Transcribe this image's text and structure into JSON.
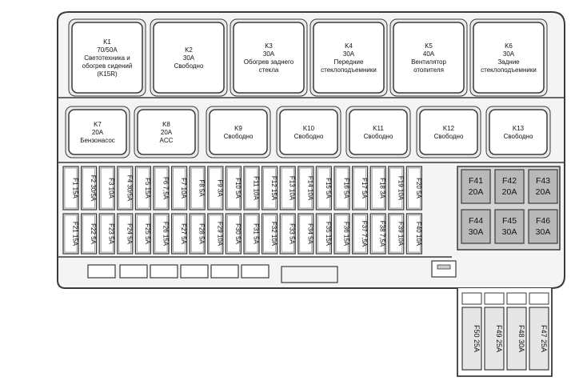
{
  "relays_top": [
    {
      "id": "K1",
      "lines": [
        "K1",
        "70/50A",
        "Светотехника и",
        "обогрев сидений",
        "(K15R)"
      ]
    },
    {
      "id": "K2",
      "lines": [
        "K2",
        "30A",
        "Свободно"
      ]
    },
    {
      "id": "K3",
      "lines": [
        "K3",
        "30A",
        "Обогрев заднего",
        "стекла"
      ]
    },
    {
      "id": "K4",
      "lines": [
        "K4",
        "30A",
        "Передние",
        "стеклоподъемники"
      ]
    },
    {
      "id": "K5",
      "lines": [
        "K5",
        "40A",
        "Вентилятор",
        "отопителя"
      ]
    },
    {
      "id": "K6",
      "lines": [
        "K6",
        "30A",
        "Задние",
        "стеклоподъемники"
      ]
    }
  ],
  "relays_mid": [
    {
      "id": "K7",
      "lines": [
        "K7",
        "20A",
        "Бензонасос"
      ]
    },
    {
      "id": "K8",
      "lines": [
        "K8",
        "20A",
        "ACC"
      ]
    },
    {
      "id": "K9",
      "lines": [
        "K9",
        "Свободно"
      ]
    },
    {
      "id": "K10",
      "lines": [
        "K10",
        "Свободно"
      ]
    },
    {
      "id": "K11",
      "lines": [
        "K11",
        "Свободно"
      ]
    },
    {
      "id": "K12",
      "lines": [
        "K12",
        "Свободно"
      ]
    },
    {
      "id": "K13",
      "lines": [
        "K13",
        "Свободно"
      ]
    }
  ],
  "fuses_row1": [
    "F1 15A",
    "F2 30/5A",
    "F3 10A",
    "F4 30/5A",
    "F5 15A",
    "F6 7,5A",
    "F7 10A",
    "F8 5A",
    "F9 3A",
    "F10 5A",
    "F11 10A",
    "F12 15A",
    "F13 10A",
    "F14 10A",
    "F15 5A",
    "F16 5A",
    "F17 5A",
    "F18 3A",
    "F19 10A",
    "F20 5A"
  ],
  "fuses_row2": [
    "F21 15A",
    "F22 5A",
    "F23 5A",
    "F24 5A",
    "F25 5A",
    "F26 15A",
    "F27 5A",
    "F28 5A",
    "F29 10A",
    "F30 5A",
    "F31 5A",
    "F32 10A",
    "F33 5A",
    "F34 5A",
    "F35 15A",
    "F36 15A",
    "F37 7,5A",
    "F38 7,5A",
    "F39 10A",
    "F40 10A"
  ],
  "big_fuses": [
    {
      "id": "F41",
      "lines": [
        "F41",
        "20A"
      ]
    },
    {
      "id": "F42",
      "lines": [
        "F42",
        "20A"
      ]
    },
    {
      "id": "F43",
      "lines": [
        "F43",
        "20A"
      ]
    },
    {
      "id": "F44",
      "lines": [
        "F44",
        "30A"
      ]
    },
    {
      "id": "F45",
      "lines": [
        "F45",
        "30A"
      ]
    },
    {
      "id": "F46",
      "lines": [
        "F46",
        "30A"
      ]
    }
  ],
  "maxi_fuses": [
    "F50 25A",
    "F49 25A",
    "F48 30A",
    "F47 25A"
  ],
  "colors": {
    "outline": "#3a3a3a",
    "board": "#ffffff",
    "fuse_fill": "#e6e6e6",
    "big_fuse_fill": "#b9b9b9",
    "panel_fill": "#d4d4d4"
  }
}
